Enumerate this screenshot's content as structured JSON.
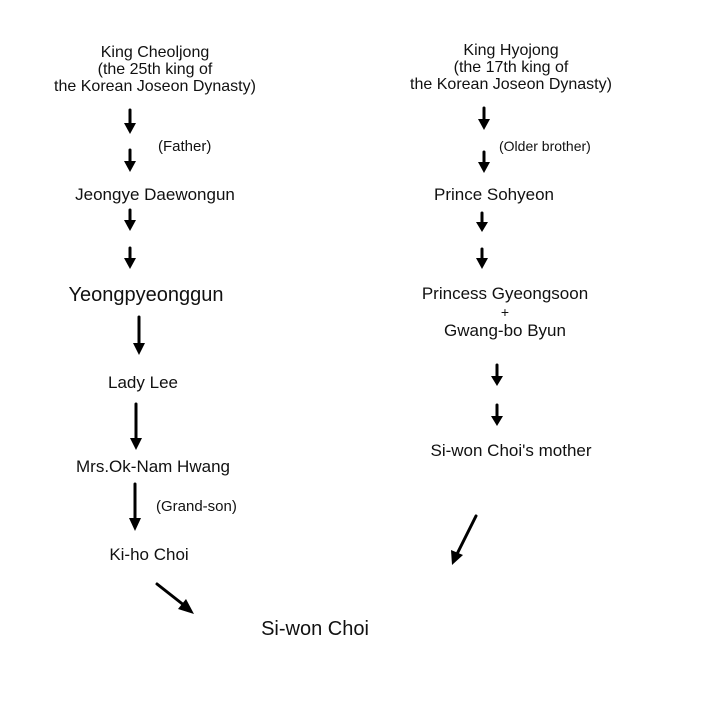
{
  "left": {
    "root_lines": [
      "King Cheoljong",
      "(the 25th king of",
      "the Korean Joseon Dynasty)"
    ],
    "father_label": "(Father)",
    "n1": "Jeongye Daewongun",
    "n2": "Yeongpyeonggun",
    "n3": "Lady Lee",
    "n4": "Mrs.Ok-Nam Hwang",
    "grandson_label": "(Grand-son)",
    "n5": "Ki-ho Choi"
  },
  "right": {
    "root_lines": [
      "King Hyojong",
      "(the 17th king of",
      "the Korean Joseon Dynasty)"
    ],
    "brother_label": "(Older brother)",
    "n1": "Prince Sohyeon",
    "n2": "Princess Gyeongsoon",
    "plus": "+",
    "n3": "Gwang-bo Byun",
    "n4": "Si-won Choi's mother"
  },
  "final": "Si-won Choi"
}
